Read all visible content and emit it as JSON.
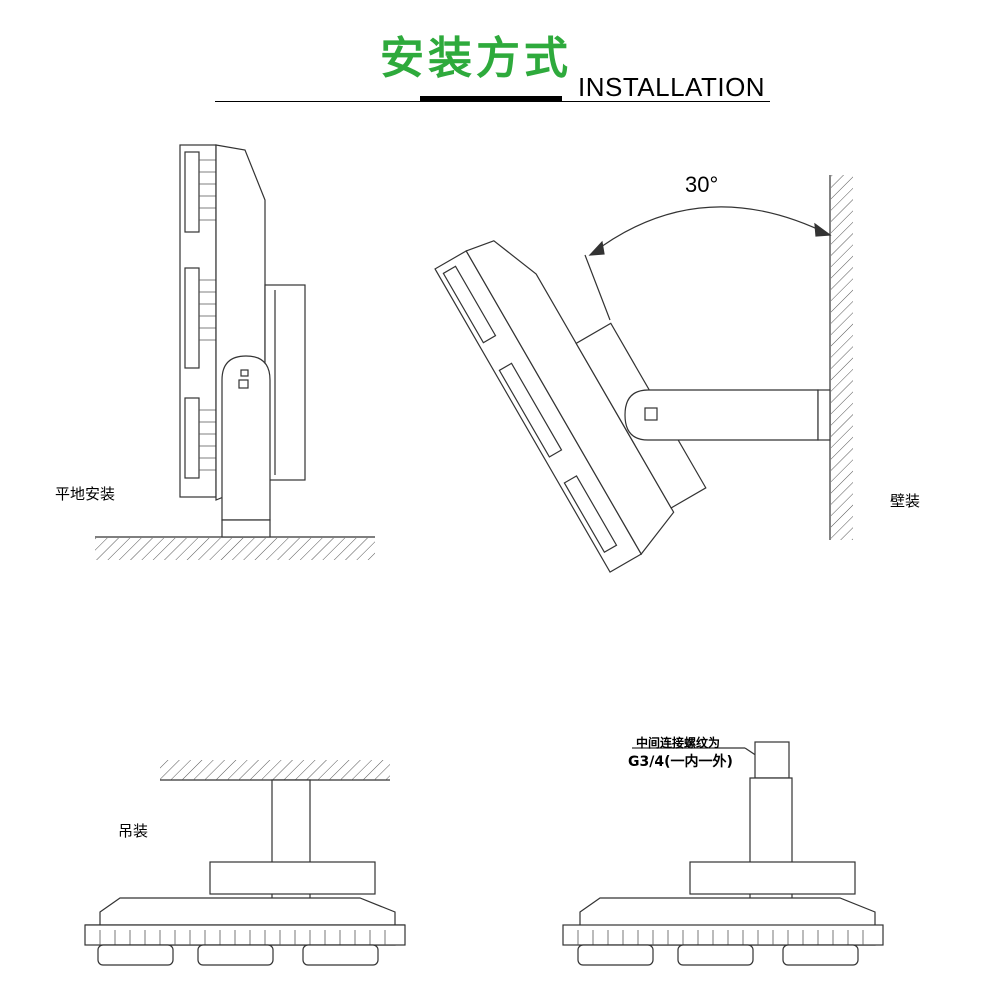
{
  "header": {
    "title_cn": "安装方式",
    "title_en": "INSTALLATION"
  },
  "diagrams": {
    "floor": {
      "label": "平地安装"
    },
    "wall": {
      "label": "壁装",
      "angle": "30°"
    },
    "hanging": {
      "label": "吊装"
    },
    "thread": {
      "note_line1": "中间连接螺纹为",
      "note_line2": "G3/4(一内一外)"
    }
  },
  "colors": {
    "title_accent": "#2eaa3c",
    "line": "#333333"
  }
}
